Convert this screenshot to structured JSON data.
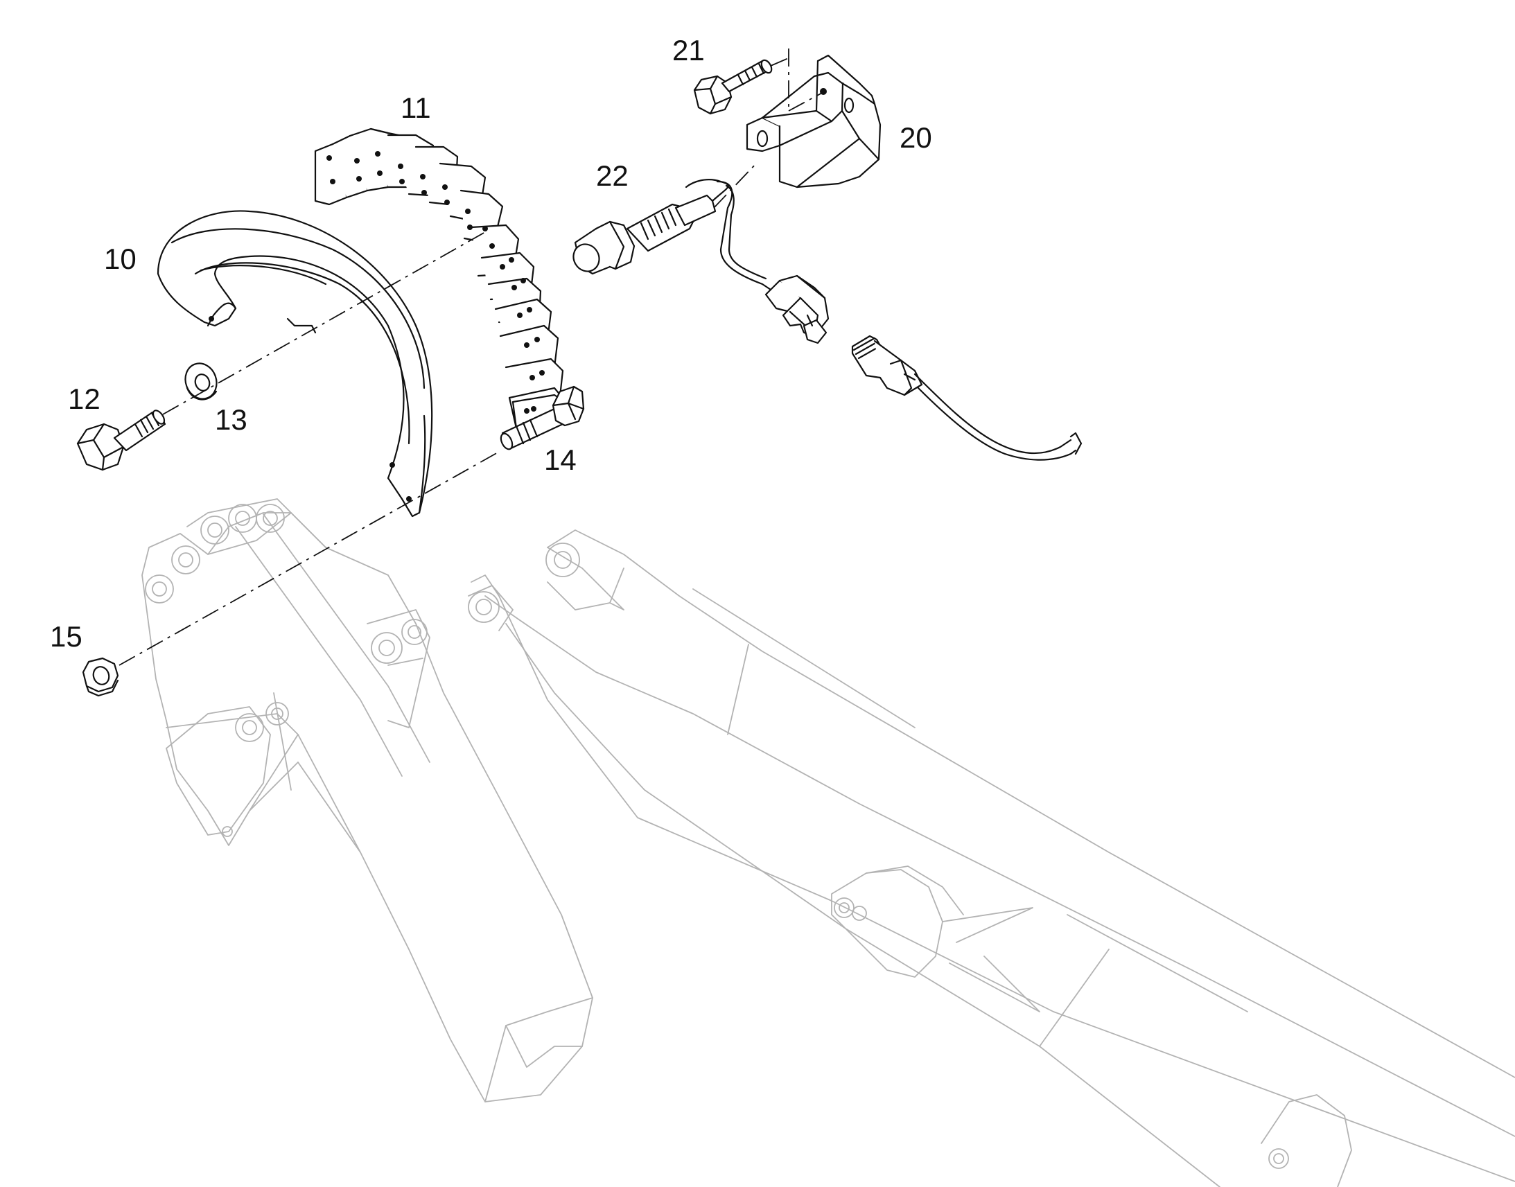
{
  "callouts": {
    "c10": "10",
    "c11": "11",
    "c12": "12",
    "c13": "13",
    "c14": "14",
    "c15": "15",
    "c20": "20",
    "c21": "21",
    "c22": "22"
  },
  "colors": {
    "ink": "#111111",
    "context_ink": "#b3b3b3",
    "background": "#ffffff"
  }
}
